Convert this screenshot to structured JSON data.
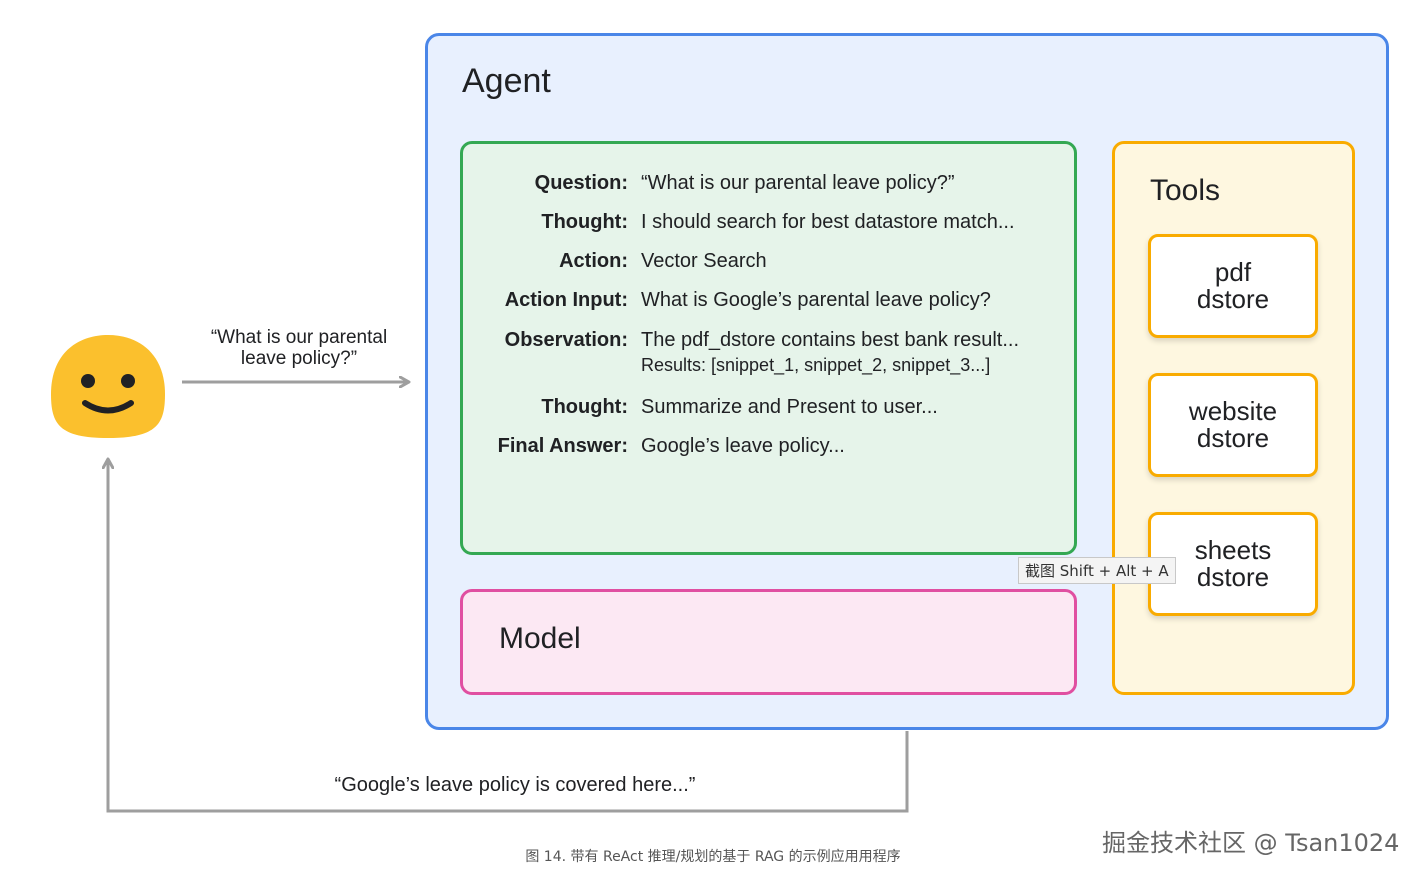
{
  "agent": {
    "title": "Agent"
  },
  "react_trace": [
    {
      "label": "Question:",
      "value": "“What is our parental leave policy?”"
    },
    {
      "label": "Thought:",
      "value": "I should search for best datastore match..."
    },
    {
      "label": "Action:",
      "value": "Vector Search"
    },
    {
      "label": "Action Input:",
      "value": "What is Google’s parental leave policy?"
    },
    {
      "label": "Observation:",
      "value": "The pdf_dstore contains best bank result...",
      "detail": "Results: [snippet_1, snippet_2, snippet_3...]"
    },
    {
      "label": "Thought:",
      "value": "Summarize and Present to user..."
    },
    {
      "label": "Final Answer:",
      "value": "Google’s leave policy..."
    }
  ],
  "model": {
    "title": "Model"
  },
  "tools": {
    "title": "Tools",
    "items": [
      {
        "label": "pdf\ndstore"
      },
      {
        "label": "website\ndstore"
      },
      {
        "label": "sheets\ndstore"
      }
    ]
  },
  "user": {
    "query": "“What is our parental leave policy?”",
    "answer": "“Google’s leave policy is covered here...”"
  },
  "tooltip": "截图 Shift + Alt + A",
  "caption": "图 14. 带有 ReAct 推理/规划的基于 RAG 的示例应用用程序",
  "watermark": "掘金技术社区 @ Tsan1024",
  "colors": {
    "agent_border": "#4a86e8",
    "agent_fill": "#e8f0fe",
    "trace_border": "#34a853",
    "trace_fill": "#e6f4ea",
    "model_border": "#e04fa1",
    "model_fill": "#fce8f3",
    "tools_border": "#f9ab00",
    "tools_fill": "#fef7e0",
    "arrow": "#9e9e9e",
    "avatar": "#fbc02d"
  }
}
